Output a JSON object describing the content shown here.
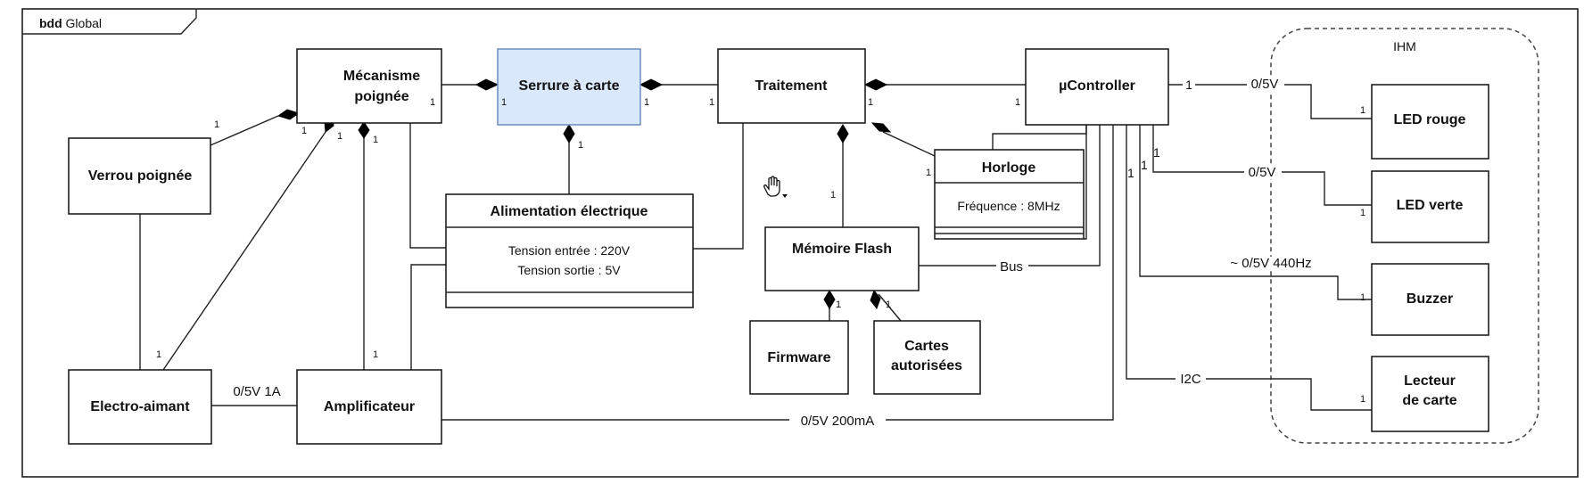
{
  "frame": {
    "keyword": "bdd",
    "name": "Global"
  },
  "group": {
    "label": "IHM"
  },
  "blocks": {
    "mecanisme": [
      "Mécanisme",
      "poignée"
    ],
    "serrure": [
      "Serrure à carte"
    ],
    "traitement": [
      "Traitement"
    ],
    "ucontroller": [
      "µController"
    ],
    "verrou": [
      "Verrou poignée"
    ],
    "alimentation": {
      "title": "Alimentation électrique",
      "attributes": [
        "Tension entrée : 220V",
        "Tension sortie : 5V"
      ]
    },
    "horloge": {
      "title": "Horloge",
      "attributes": [
        "Fréquence : 8MHz"
      ]
    },
    "memoire": [
      "Mémoire Flash"
    ],
    "firmware": [
      "Firmware"
    ],
    "cartes": [
      "Cartes",
      "autorisées"
    ],
    "electro": [
      "Electro-aimant"
    ],
    "amplificateur": [
      "Amplificateur"
    ],
    "led_rouge": [
      "LED rouge"
    ],
    "led_verte": [
      "LED verte"
    ],
    "buzzer": [
      "Buzzer"
    ],
    "lecteur": [
      "Lecteur",
      "de carte"
    ]
  },
  "edge_labels": {
    "electro_ampli": "0/5V 1A",
    "ampli_uc": "0/5V 200mA",
    "memoire_bus": "Bus",
    "led_rouge": "0/5V",
    "led_verte": "0/5V",
    "buzzer": "~ 0/5V 440Hz",
    "lecteur": "I2C",
    "uc_out_1": "1"
  },
  "multiplicity": "1",
  "colors": {
    "highlight_fill": "#dae8fc",
    "highlight_stroke": "#6c8ebf"
  }
}
